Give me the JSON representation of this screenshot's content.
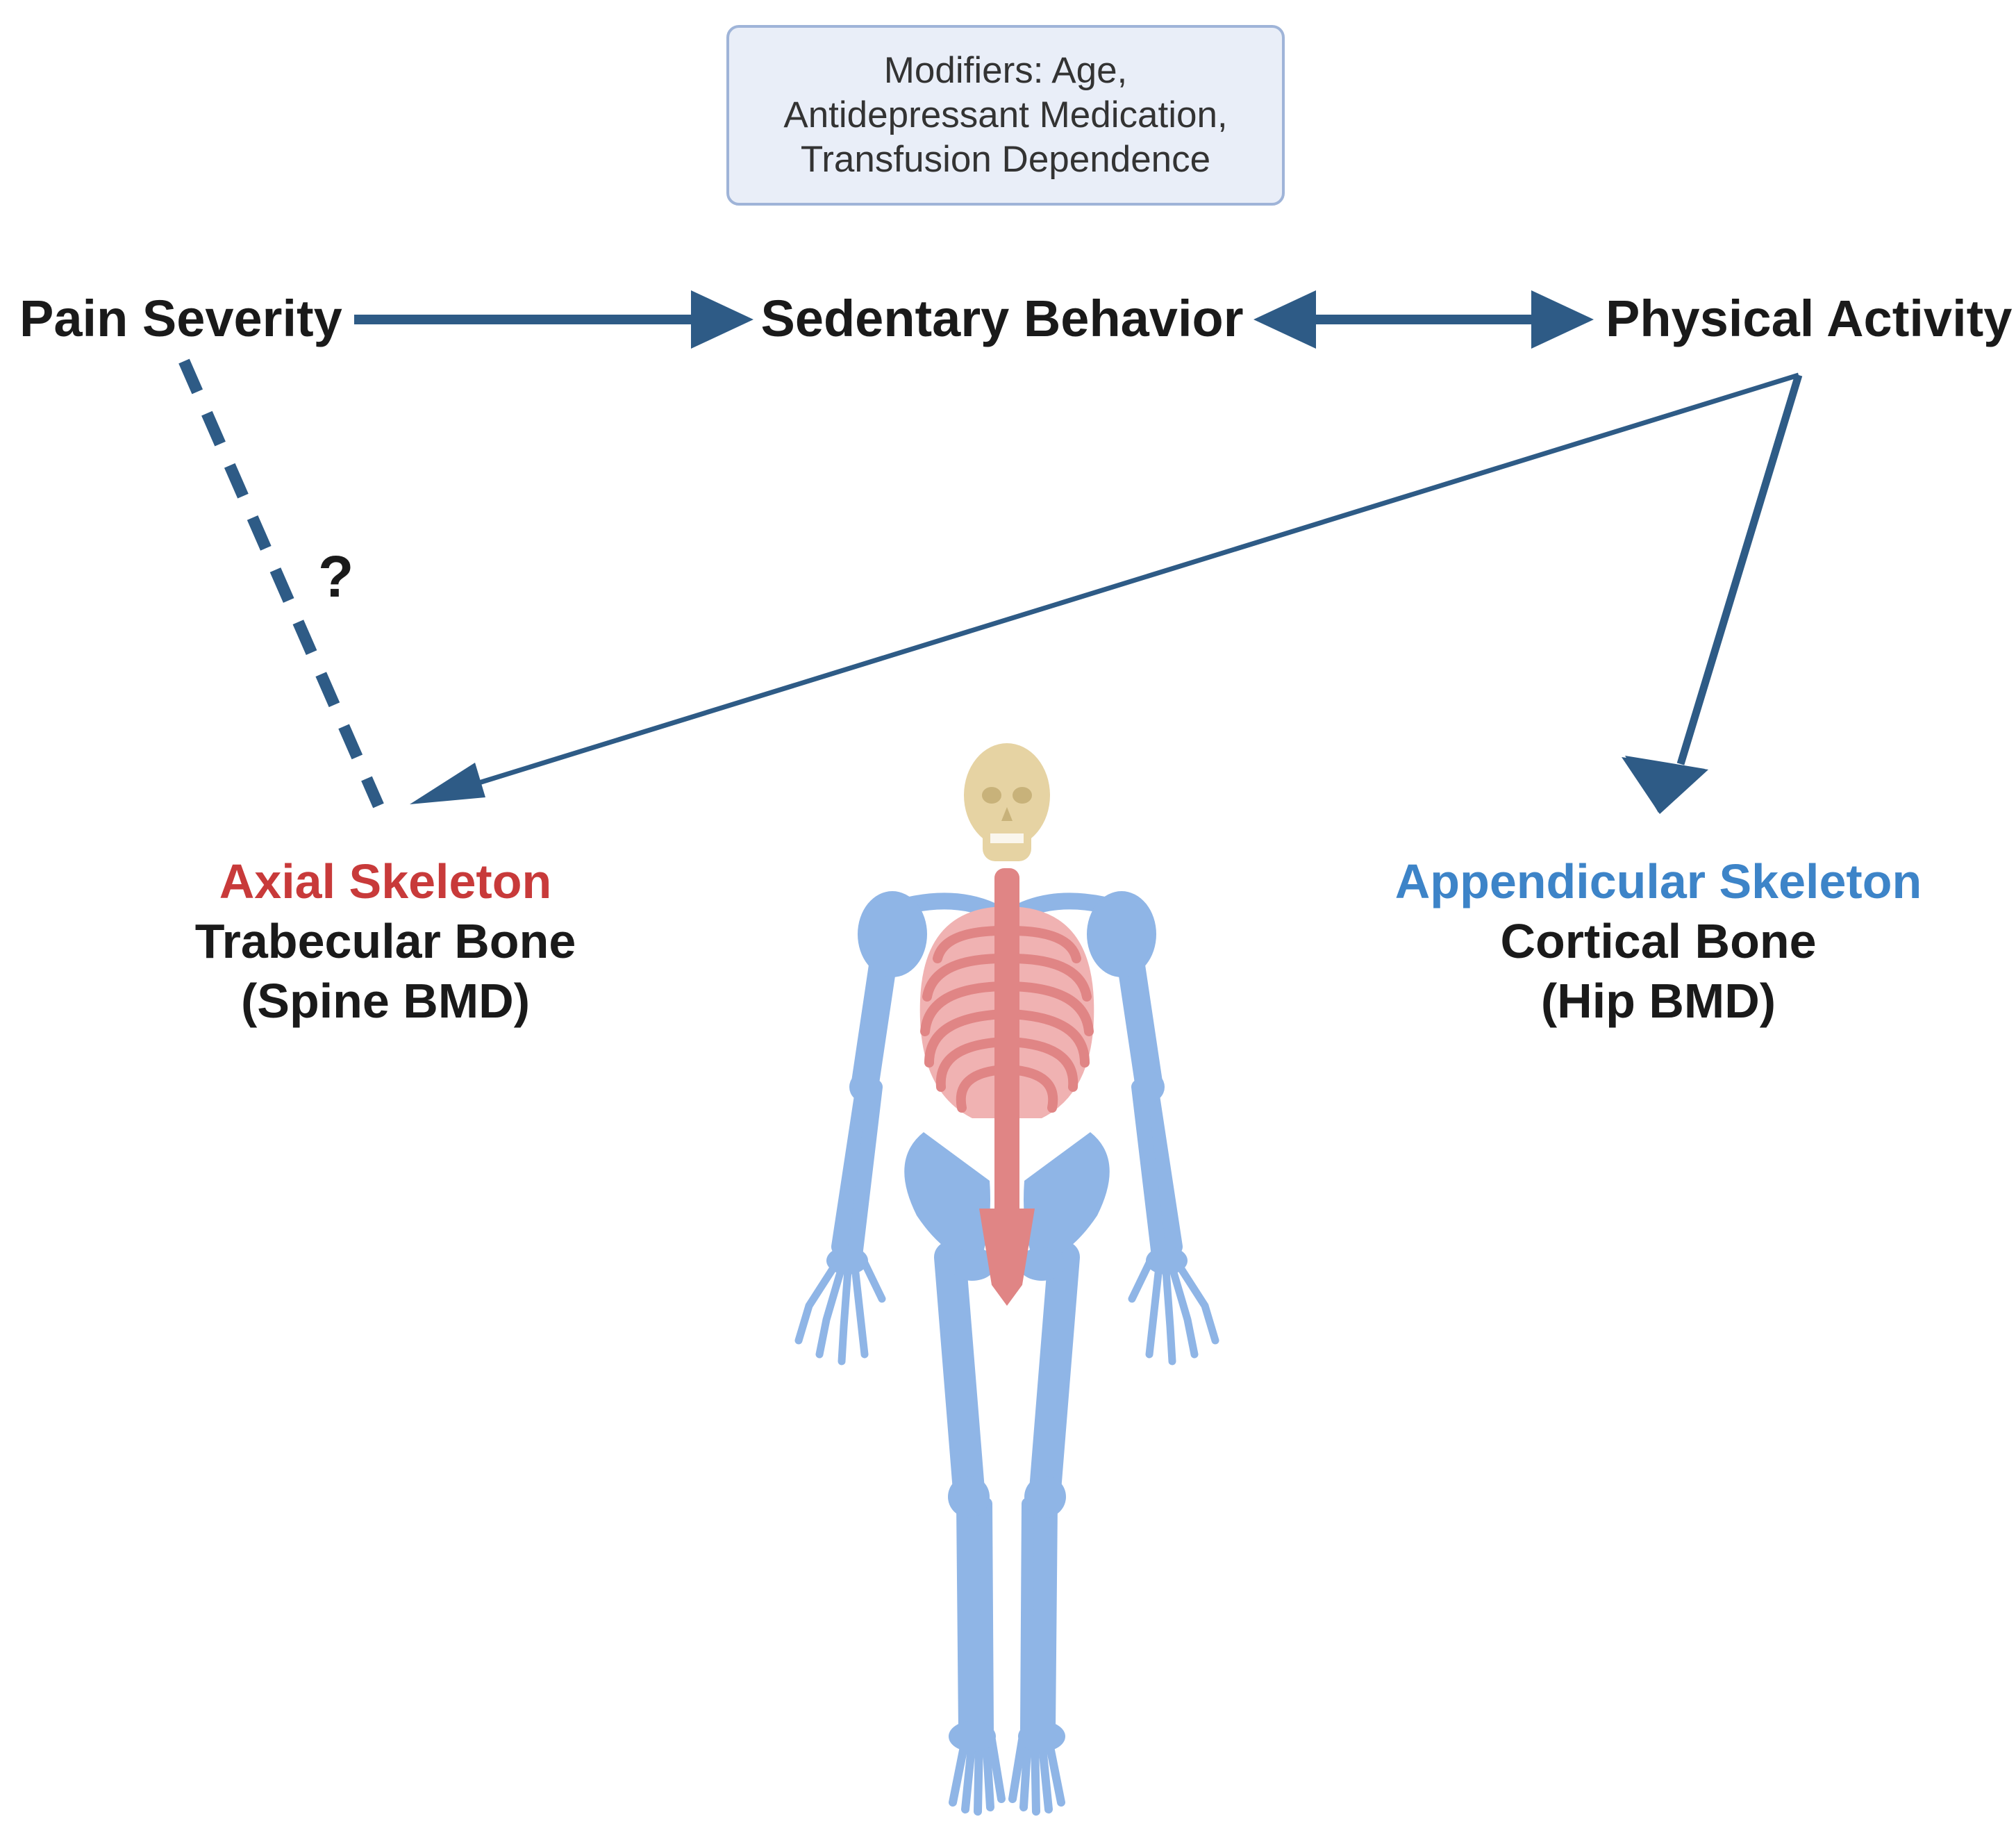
{
  "modifiers": {
    "text": "Modifiers: Age,\nAntidepressant Medication,\nTransfusion Dependence"
  },
  "nodes": {
    "pain_severity": "Pain Severity",
    "sedentary_behavior": "Sedentary Behavior",
    "physical_activity": "Physical Activity"
  },
  "uncertain_link_label": "?",
  "axial": {
    "title": "Axial Skeleton",
    "bone_type": "Trabecular Bone",
    "measure": "(Spine BMD)"
  },
  "appendicular": {
    "title": "Appendicular Skeleton",
    "bone_type": "Cortical Bone",
    "measure": "(Hip BMD)"
  },
  "colors": {
    "arrow": "#2e5b86",
    "axial_red": "#c83a3a",
    "appendicular_blue": "#3d84c8",
    "bone_blue": "#8fb5e6",
    "bone_red": "#e08585",
    "skull": "#e6d3a3",
    "box_fill": "#e9eef8",
    "box_border": "#9fb4d8"
  },
  "illustration": "human-skeleton-icon"
}
